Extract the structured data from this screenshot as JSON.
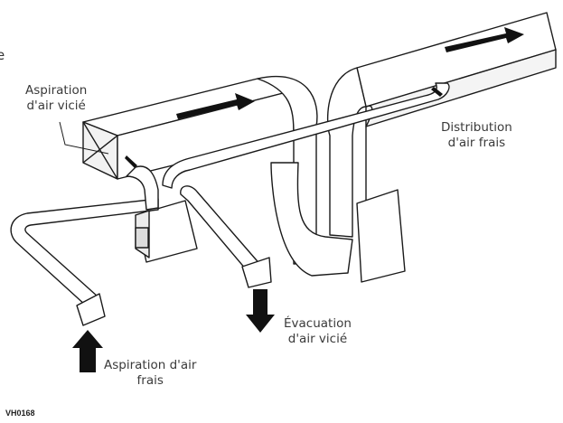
{
  "figure": {
    "code": "VH0168",
    "edge_text": "e"
  },
  "labels": {
    "stale_intake": {
      "line1": "Aspiration",
      "line2": "d'air vicié"
    },
    "fresh_distribution": {
      "line1": "Distribution",
      "line2": "d'air frais"
    },
    "stale_exhaust": {
      "line1": "Évacuation",
      "line2": "d'air vicié"
    },
    "fresh_intake": {
      "line1": "Aspiration d'air",
      "line2": "frais"
    }
  },
  "colors": {
    "line": "#1a1a1a",
    "arrow": "#111111",
    "fill": "#ffffff",
    "shade": "#f2f2f2"
  }
}
